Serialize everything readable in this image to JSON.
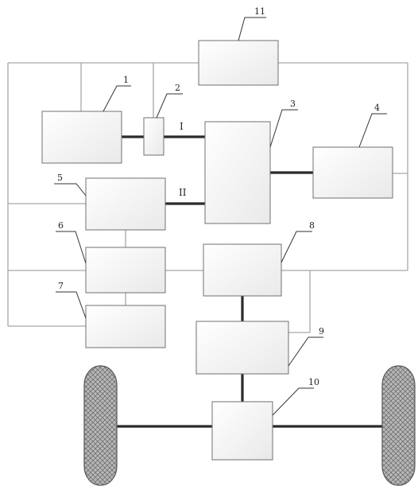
{
  "diagram": {
    "labels": {
      "l1": "1",
      "l2": "2",
      "l3": "3",
      "l4": "4",
      "l5": "5",
      "l6": "6",
      "l7": "7",
      "l8": "8",
      "l9": "9",
      "l10": "10",
      "l11": "11"
    },
    "shaft_labels": {
      "upper": "I",
      "lower": "II"
    }
  }
}
